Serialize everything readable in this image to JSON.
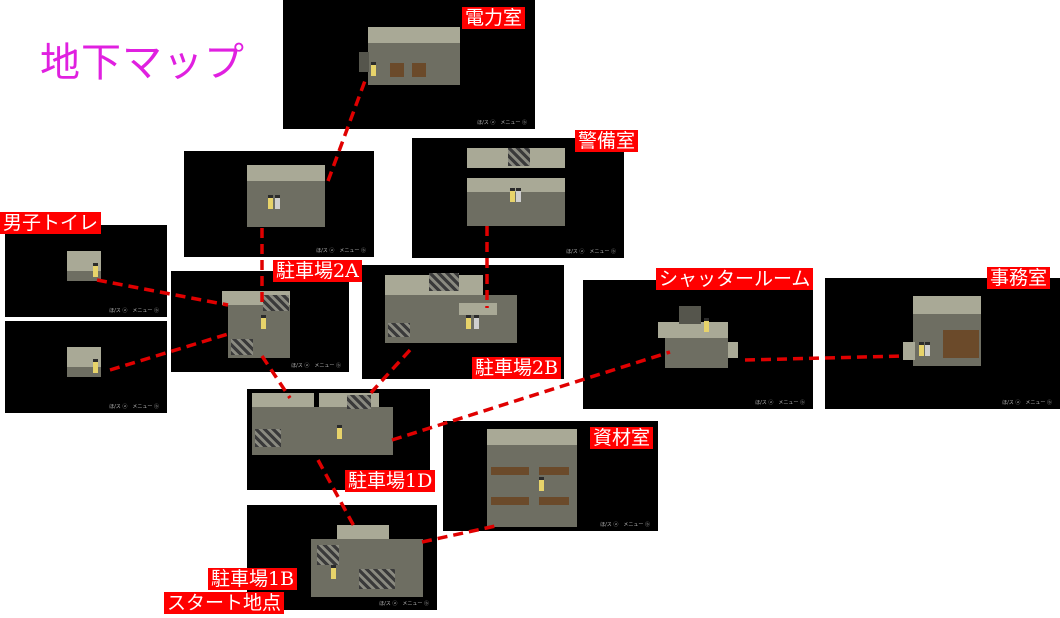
{
  "title": "地下マップ",
  "rooms": {
    "power": "電力室",
    "security": "警備室",
    "mens_toilet": "男子トイレ",
    "parking_2a": "駐車場2A",
    "parking_2b": "駐車場2B",
    "shutter": "シャッタールーム",
    "office": "事務室",
    "materials": "資材室",
    "parking_1d": "駐車場1D",
    "parking_1b": "駐車場1B",
    "start": "スタート地点"
  },
  "hud_text": "ほ/ス ⓐ　メニュー ⓑ",
  "colors": {
    "title": "#e020e0",
    "label_bg": "#ff0000",
    "link": "#e00000"
  }
}
